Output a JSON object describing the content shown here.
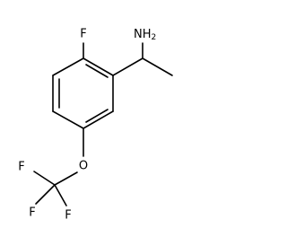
{
  "molecule": {
    "atom_labels": {
      "fluoro": "F",
      "amine": "NH",
      "amine_subscript": "2",
      "oxygen": "O",
      "cf3_f_left": "F",
      "cf3_f_bottom_left": "F",
      "cf3_f_bottom_right": "F"
    }
  }
}
